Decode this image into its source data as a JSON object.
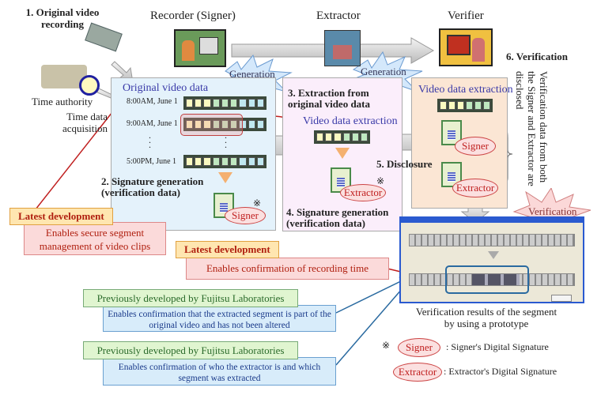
{
  "step1": "1. Original video recording",
  "recorder": "Recorder (Signer)",
  "extractor": "Extractor",
  "verifier": "Verifier",
  "step6": "6. Verification",
  "time_authority": "Time authority",
  "time_data": "Time data acquisition",
  "generation": "Generation",
  "verification_burst": "Verification",
  "box1": {
    "title": "Original video data",
    "rows": [
      "8:00AM, June 1",
      "9:00AM, June 1",
      "5:00PM, June 1"
    ],
    "step2": "2. Signature generation (verification data)",
    "signer": "Signer",
    "mark": "※"
  },
  "box2": {
    "step3": "3. Extraction from original video data",
    "title": "Video data extraction",
    "extractor": "Extractor",
    "mark": "※",
    "step4": "4. Signature generation (verification data)"
  },
  "step5": "5. Disclosure",
  "box3": {
    "title": "Video data extraction",
    "signer": "Signer",
    "extractor": "Extractor",
    "vertical": "Verification data from both the Signer and Extractor are disclosed"
  },
  "prototype_caption": "Verification results of the segment by using a prototype",
  "legend": {
    "mark": "※",
    "signer": "Signer",
    "signer_desc": ": Signer's Digital Signature",
    "extractor": "Extractor",
    "extractor_desc": ": Extractor's Digital Signature"
  },
  "latest1": {
    "title": "Latest development",
    "desc": "Enables secure segment management of video clips"
  },
  "latest2": {
    "title": "Latest development",
    "desc": "Enables confirmation of recording time"
  },
  "prev1": {
    "title": "Previously developed by Fujitsu Laboratories",
    "desc": "Enables confirmation that the extracted segment is part of the original video and has not been altered"
  },
  "prev2": {
    "title": "Previously developed by Fujitsu Laboratories",
    "desc": "Enables confirmation of who the extractor is and which segment was extracted"
  },
  "colors": {
    "box1": "#e4f2fb",
    "box2": "#fbeefb",
    "box3": "#fbe6d4",
    "accent_red": "#c02020",
    "accent_blue": "#2a6aa0"
  }
}
